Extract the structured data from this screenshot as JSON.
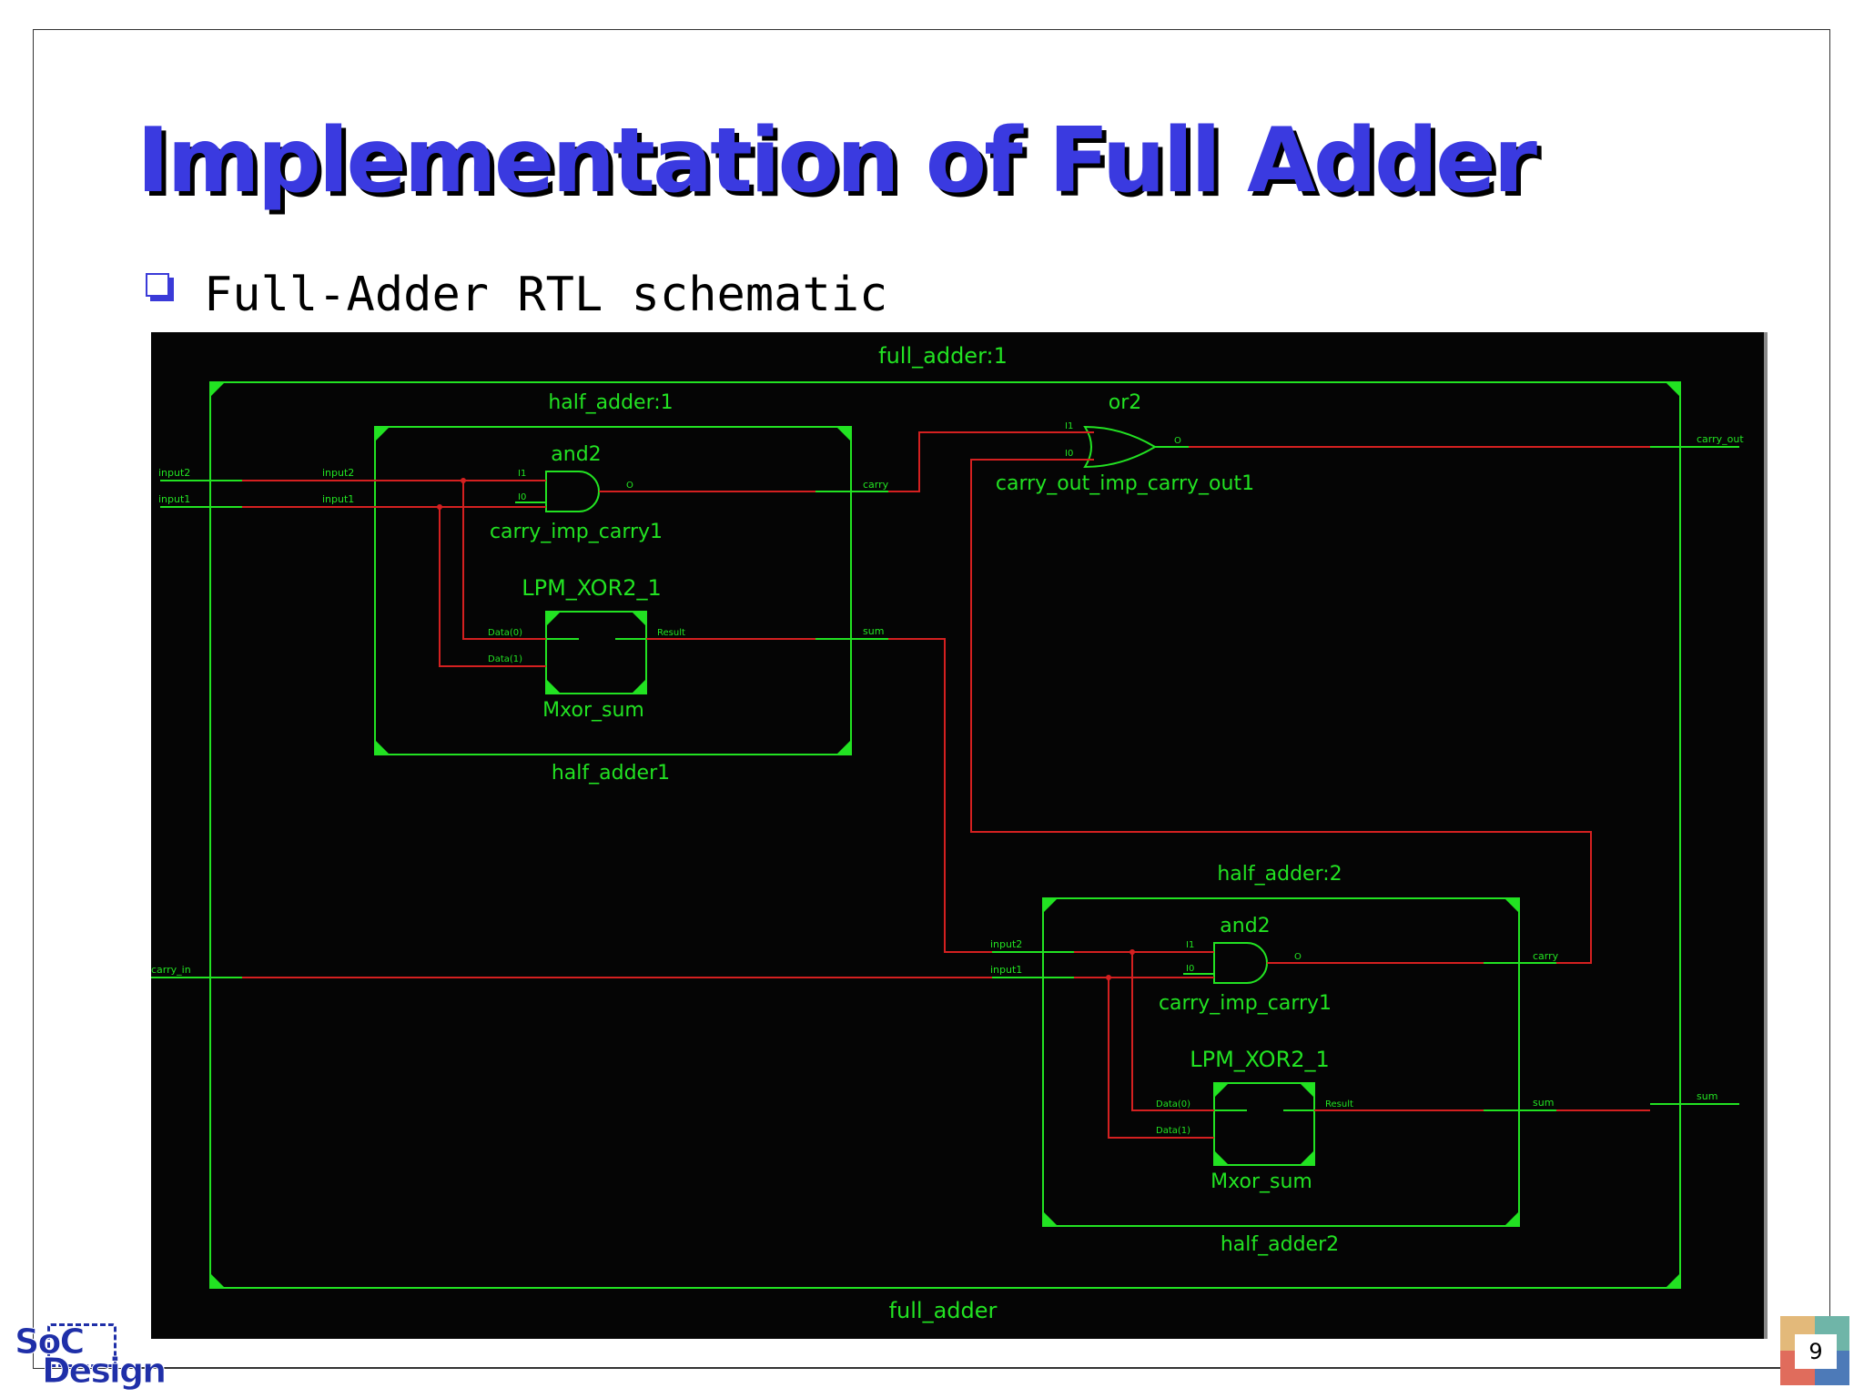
{
  "slide": {
    "title": "Implementation of Full Adder",
    "bullet": "Full-Adder RTL schematic",
    "page_number": "9"
  },
  "logo": {
    "line1": "SoC",
    "line2": "Design"
  },
  "schematic": {
    "outer_instance": "full_adder:1",
    "outer_name": "full_adder",
    "outer_ports": {
      "input2": "input2",
      "input1": "input1",
      "carry_in": "carry_in",
      "carry_out": "carry_out",
      "sum": "sum"
    },
    "ha1": {
      "instance": "half_adder:1",
      "name": "half_adder1",
      "port_input2": "input2",
      "port_input1": "input1",
      "port_carry": "carry",
      "port_sum": "sum",
      "and_type": "and2",
      "and_name": "carry_imp_carry1",
      "and_i1": "I1",
      "and_i0": "I0",
      "and_o": "O",
      "xor_type": "LPM_XOR2_1",
      "xor_name": "Mxor_sum",
      "xor_d0": "Data(0)",
      "xor_d1": "Data(1)",
      "xor_result": "Result"
    },
    "ha2": {
      "instance": "half_adder:2",
      "name": "half_adder2",
      "port_input2": "input2",
      "port_input1": "input1",
      "port_carry": "carry",
      "port_sum": "sum",
      "and_type": "and2",
      "and_name": "carry_imp_carry1",
      "and_i1": "I1",
      "and_i0": "I0",
      "and_o": "O",
      "xor_type": "LPM_XOR2_1",
      "xor_name": "Mxor_sum",
      "xor_d0": "Data(0)",
      "xor_d1": "Data(1)",
      "xor_result": "Result"
    },
    "or_gate": {
      "type": "or2",
      "name": "carry_out_imp_carry_out1",
      "i1": "I1",
      "i0": "I0",
      "o": "O"
    },
    "colors": {
      "box": "#22e222",
      "wire": "#d42020",
      "background": "#050505",
      "title": "#3a3ae0"
    }
  }
}
